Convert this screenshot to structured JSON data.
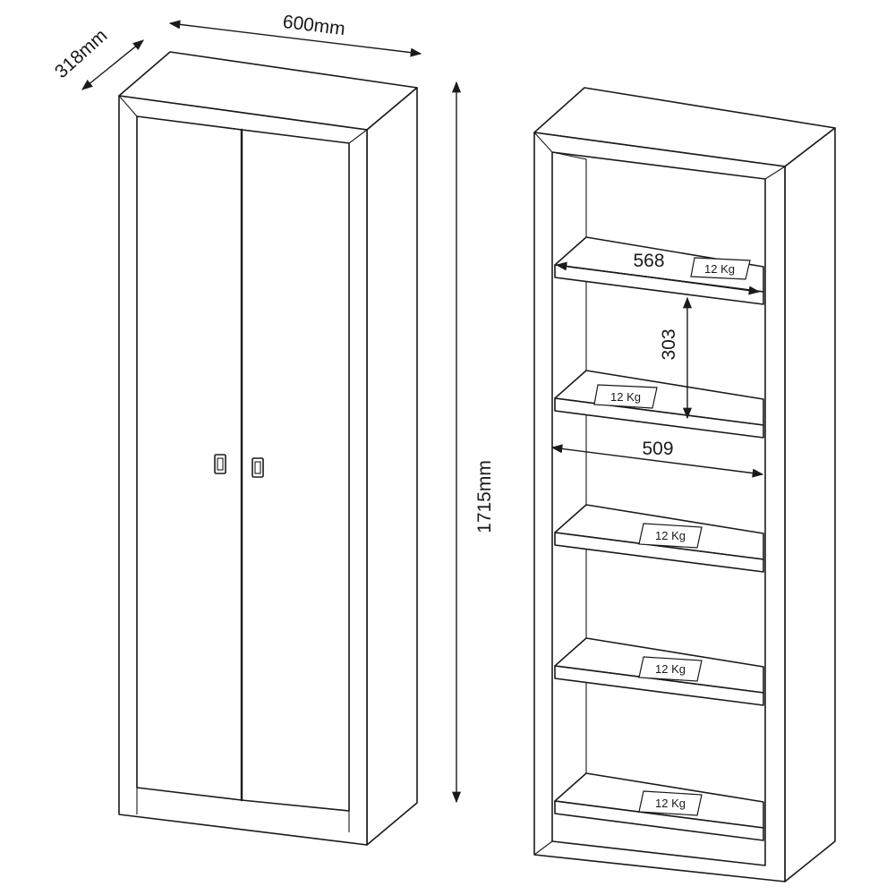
{
  "dimensions": {
    "width": "600mm",
    "depth": "318mm",
    "height": "1715mm",
    "shelf_width_top": "568",
    "shelf_spacing": "303",
    "shelf_width_inner": "509"
  },
  "shelf_loads": [
    "12 Kg",
    "12 Kg",
    "12 Kg",
    "12 Kg",
    "12 Kg"
  ]
}
